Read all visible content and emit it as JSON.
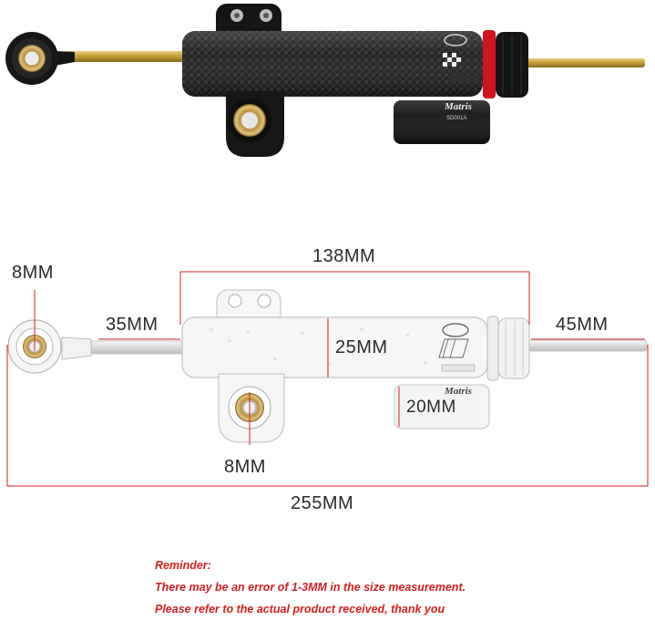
{
  "product": {
    "brand_logo_text": "Matris",
    "model_text": "SD001A"
  },
  "dimensions": {
    "body_length": "138MM",
    "rod_end_left": "8MM",
    "rod_extension_left": "35MM",
    "rod_extension_right": "45MM",
    "body_diameter": "25MM",
    "reservoir_diameter": "20MM",
    "mount_hole": "8MM",
    "total_length": "255MM"
  },
  "reminder": {
    "title": "Reminder:",
    "line1": "There may be an error of 1-3MM in the size measurement.",
    "line2": "Please refer to the actual product received, thank you"
  },
  "colors": {
    "dimension_lines": "#d42020",
    "reminder_text": "#d42020",
    "gold_rod": "#c9a13b",
    "red_ring": "#d0141c",
    "carbon": "#1c1c1c"
  }
}
